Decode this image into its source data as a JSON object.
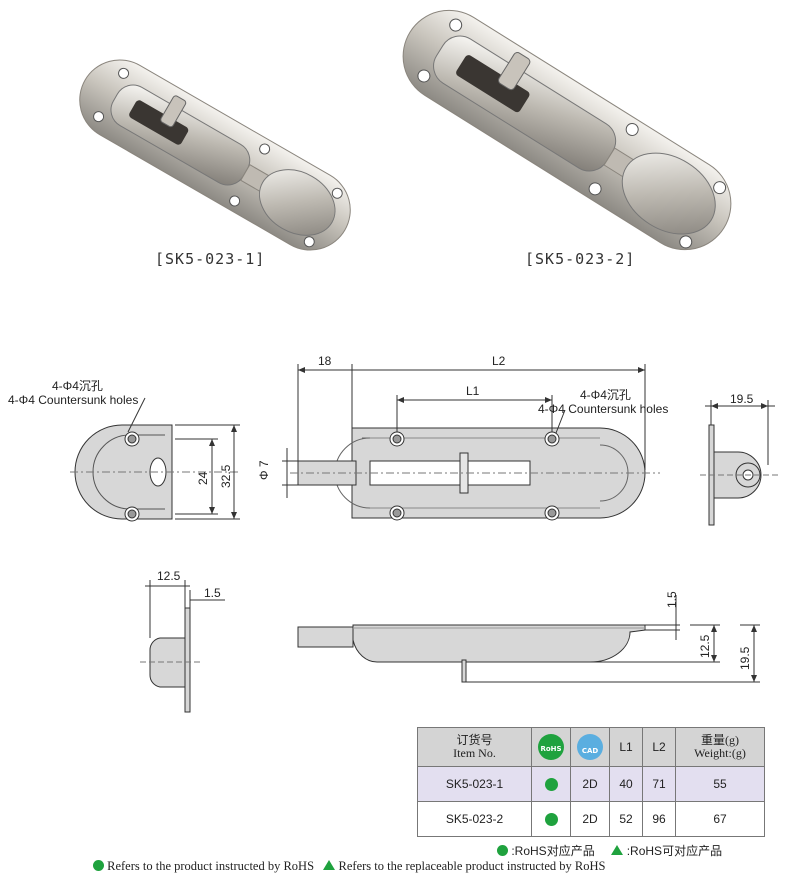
{
  "products": {
    "left_caption": "[SK5-023-1]",
    "right_caption": "[SK5-023-2]"
  },
  "drawing": {
    "hole_note_cn_left": "4-Φ4沉孔",
    "hole_note_en_left": "4-Φ4 Countersunk holes",
    "hole_note_cn_right": "4-Φ4沉孔",
    "hole_note_en_right": "4-Φ4 Countersunk holes",
    "dim_18": "18",
    "dim_L2": "L2",
    "dim_L1": "L1",
    "dim_phi7": "Φ 7",
    "dim_24": "24",
    "dim_32_5": "32.5",
    "dim_19_5_top": "19.5",
    "dim_12_5_left": "12.5",
    "dim_1_5_left": "1.5",
    "dim_1_5_side": "1.5",
    "dim_12_5_side": "12.5",
    "dim_19_5_side": "19.5"
  },
  "table": {
    "header": {
      "item_cn": "订货号",
      "item_en": "Item No.",
      "rohs_icon_label": "RoHS",
      "cad_icon_label": "CAD",
      "l1": "L1",
      "l2": "L2",
      "weight_cn": "重量(g)",
      "weight_en": "Weight:(g)"
    },
    "rows": [
      {
        "item": "SK5-023-1",
        "cad": "2D",
        "l1": "40",
        "l2": "71",
        "weight": "55"
      },
      {
        "item": "SK5-023-2",
        "cad": "2D",
        "l1": "52",
        "l2": "96",
        "weight": "67"
      }
    ]
  },
  "legend": {
    "rohs_cn": ":RoHS对应产品",
    "rohs_alt_cn": ":RoHS可对应产品",
    "rohs_en": "Refers to the product instructed by RoHS",
    "rohs_alt_en": "Refers to the replaceable product instructed by RoHS"
  },
  "colors": {
    "rohs_green": "#1fa23e",
    "cad_blue": "#5aaee0",
    "row_highlight": "#e3dff0",
    "header_gray": "#d4d4d4"
  }
}
